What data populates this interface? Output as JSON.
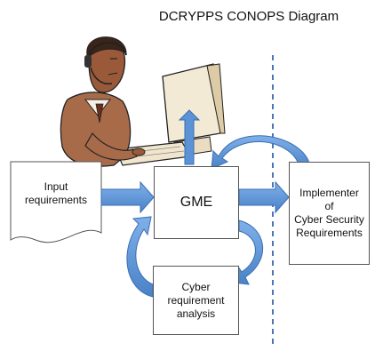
{
  "title": "DCRYPPS CONOPS Diagram",
  "nodes": {
    "input": {
      "lines": [
        "Input",
        "requirements"
      ],
      "shape": "document"
    },
    "gme": {
      "lines": [
        "GME"
      ],
      "shape": "box"
    },
    "implementer": {
      "lines": [
        "Implementer",
        "of",
        "Cyber Security",
        "Requirements"
      ],
      "shape": "box"
    },
    "analysis": {
      "lines": [
        "Cyber",
        "requirement",
        "analysis"
      ],
      "shape": "box"
    }
  },
  "figure": {
    "illustration": "person-at-computer-icon"
  },
  "colors": {
    "arrow_fill": "#5b93d6",
    "arrow_stroke": "#3a6fb0",
    "box_border": "#555555",
    "divider": "#4a76b8",
    "skin": "#9a5a3a",
    "suit": "#a86b4a"
  }
}
